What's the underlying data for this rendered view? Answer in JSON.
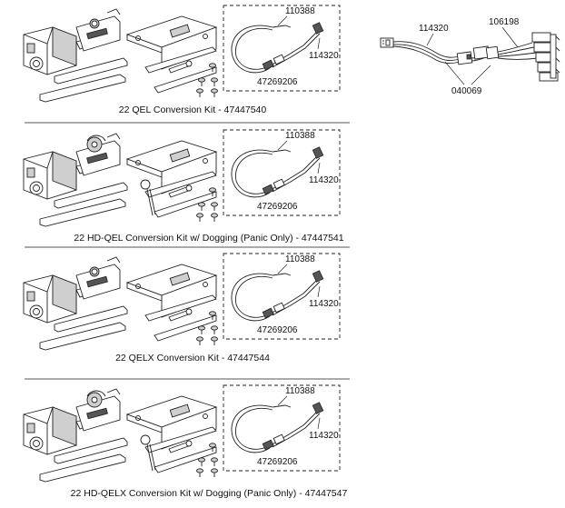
{
  "kits": [
    {
      "caption": "22 QEL Conversion Kit - 47447540",
      "parts": {
        "top": "110388",
        "right": "114320",
        "bottom": "47269206"
      }
    },
    {
      "caption": "22 HD-QEL Conversion Kit w/ Dogging (Panic Only) - 47447541",
      "parts": {
        "top": "110388",
        "right": "114320",
        "bottom": "47269206"
      }
    },
    {
      "caption": "22 QELX Conversion Kit - 47447544",
      "parts": {
        "top": "110388",
        "right": "114320",
        "bottom": "47269206"
      }
    },
    {
      "caption": "22 HD-QELX Conversion Kit w/ Dogging (Panic Only) - 47447547",
      "parts": {
        "top": "110388",
        "right": "114320",
        "bottom": "47269206"
      }
    }
  ],
  "harness": {
    "part_left": "114320",
    "part_right": "106198",
    "part_bottom": "040069"
  }
}
